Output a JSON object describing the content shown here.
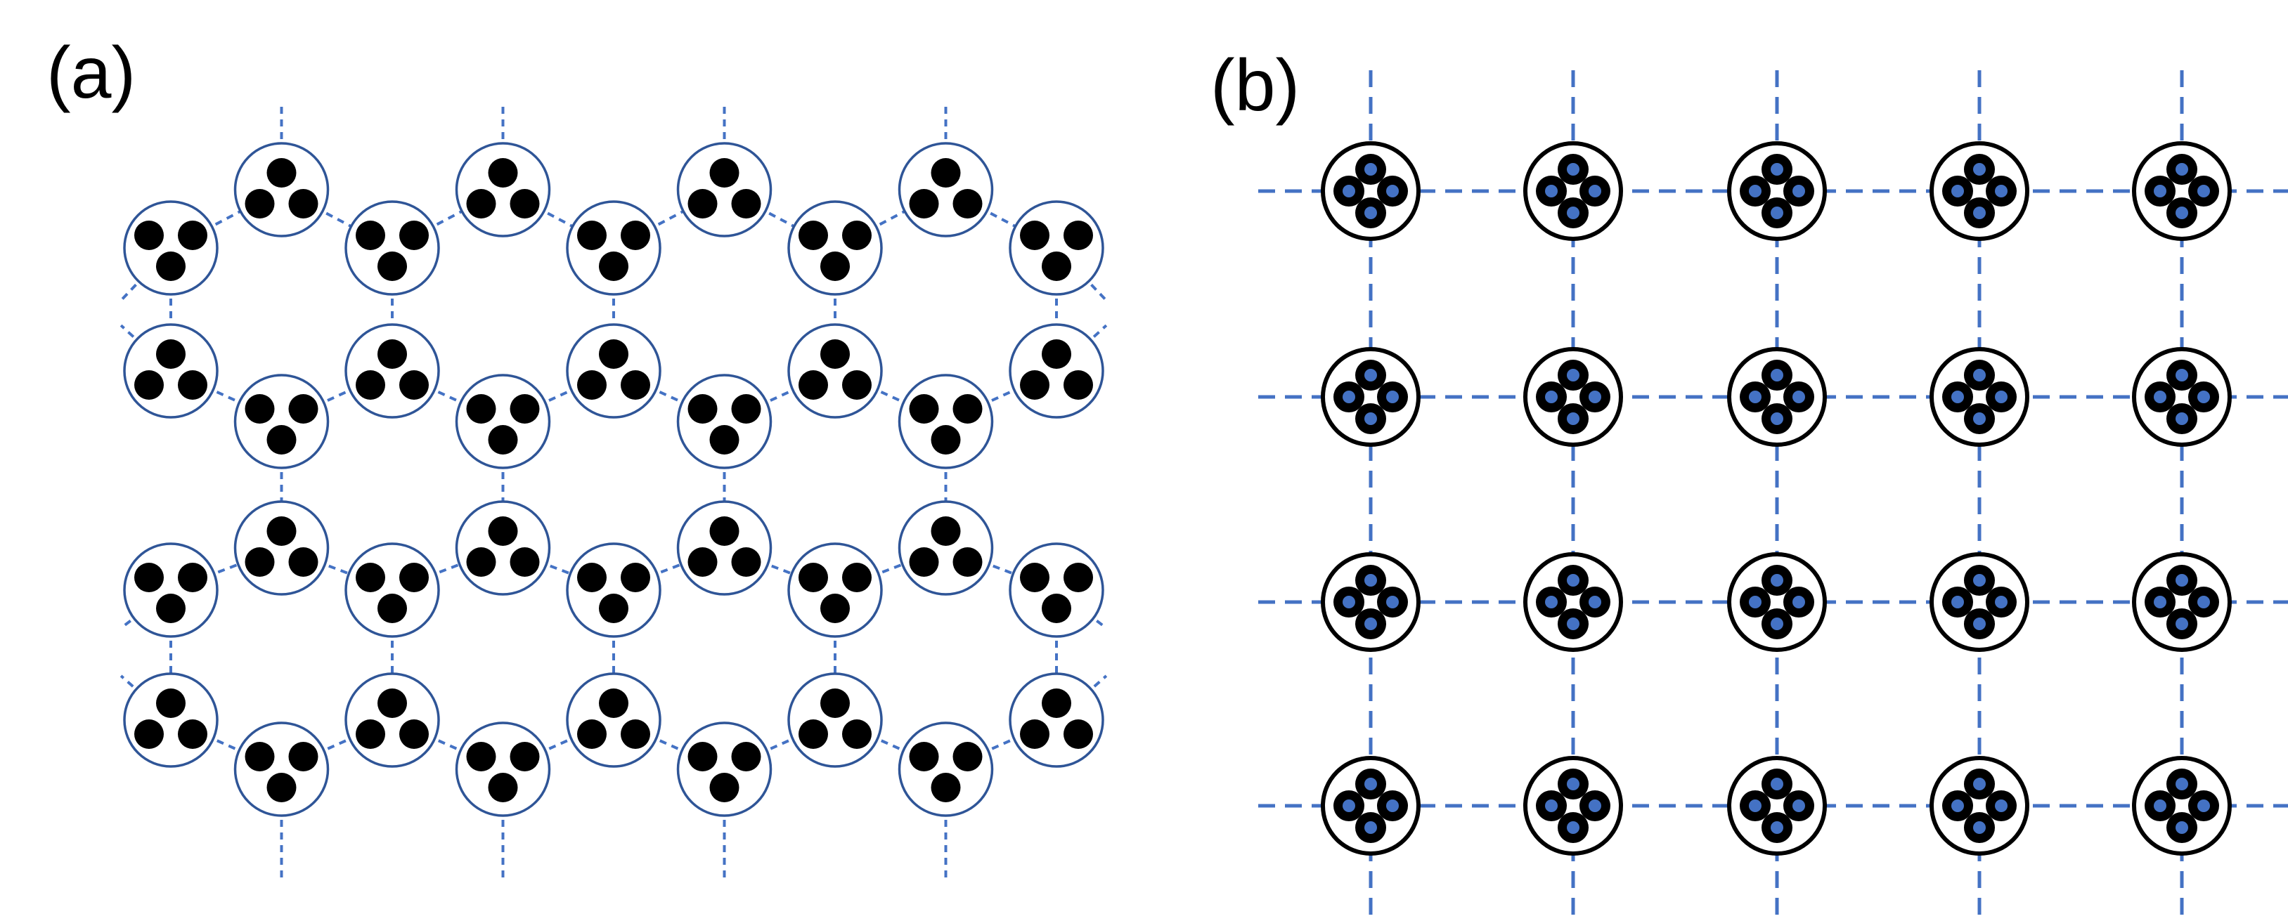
{
  "panels": {
    "a": {
      "label": "(a)"
    },
    "b": {
      "label": "(b)"
    }
  },
  "colors": {
    "background": "#ffffff",
    "bond": "#4472c4",
    "dot": "#000000",
    "a_ring": "#2f5597",
    "b_ring": "#000000",
    "b_dot_core": "#4472c4"
  },
  "diagram": {
    "a": {
      "type": "honeycomb-lattice",
      "rows": 4,
      "columns": 9,
      "dots_per_site": 3
    },
    "b": {
      "type": "square-lattice",
      "rows": 4,
      "columns": 5,
      "dots_per_site": 4
    }
  }
}
